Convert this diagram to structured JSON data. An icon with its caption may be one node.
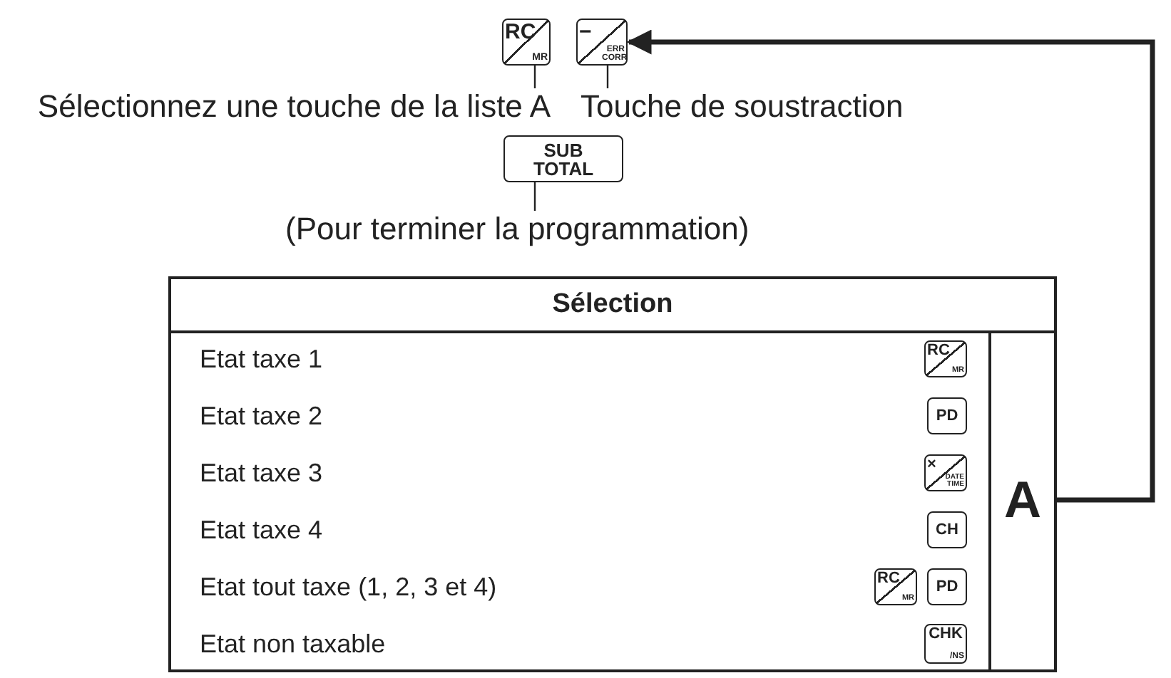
{
  "diagram": {
    "nodes": [
      {
        "text": [
          "RC",
          "MR"
        ]
      },
      {
        "text": [
          "−",
          "ERR CORR"
        ]
      },
      {
        "text": [
          "Sélectionnez une touche de la liste A"
        ]
      },
      {
        "text": [
          "Touche de soustraction"
        ]
      },
      {
        "text": [
          "SUB TOTAL"
        ]
      },
      {
        "text": [
          "(Pour terminer la programmation)"
        ]
      },
      {
        "text": [
          "Sélection"
        ]
      },
      {
        "text": [
          "RC",
          "MR"
        ],
        "in": 6
      },
      {
        "text": [
          "PD"
        ],
        "in": 6
      },
      {
        "text": [
          "×",
          "DATE TIME"
        ],
        "in": 6
      },
      {
        "text": [
          "CH"
        ],
        "in": 6
      },
      {
        "text": [
          "RC",
          "MR"
        ],
        "in": 6
      },
      {
        "text": [
          "PD"
        ],
        "in": 6
      },
      {
        "text": [
          "CHK",
          "/NS"
        ],
        "in": 6
      },
      {
        "text": [
          "A"
        ],
        "in": 6
      }
    ],
    "edges": [
      {
        "from": 2,
        "to": 0,
        "arrow": "none"
      },
      {
        "from": 3,
        "to": 1,
        "arrow": "none"
      },
      {
        "from": 5,
        "to": 4,
        "arrow": "none"
      },
      {
        "from": 14,
        "to": 1,
        "arrow": "to",
        "style": "thick"
      }
    ],
    "labels": [
      "Etat taxe 1",
      "Etat taxe 2",
      "Etat taxe 3",
      "Etat taxe 4",
      "Etat tout taxe (1, 2, 3 et 4)",
      "Etat non taxable"
    ]
  }
}
